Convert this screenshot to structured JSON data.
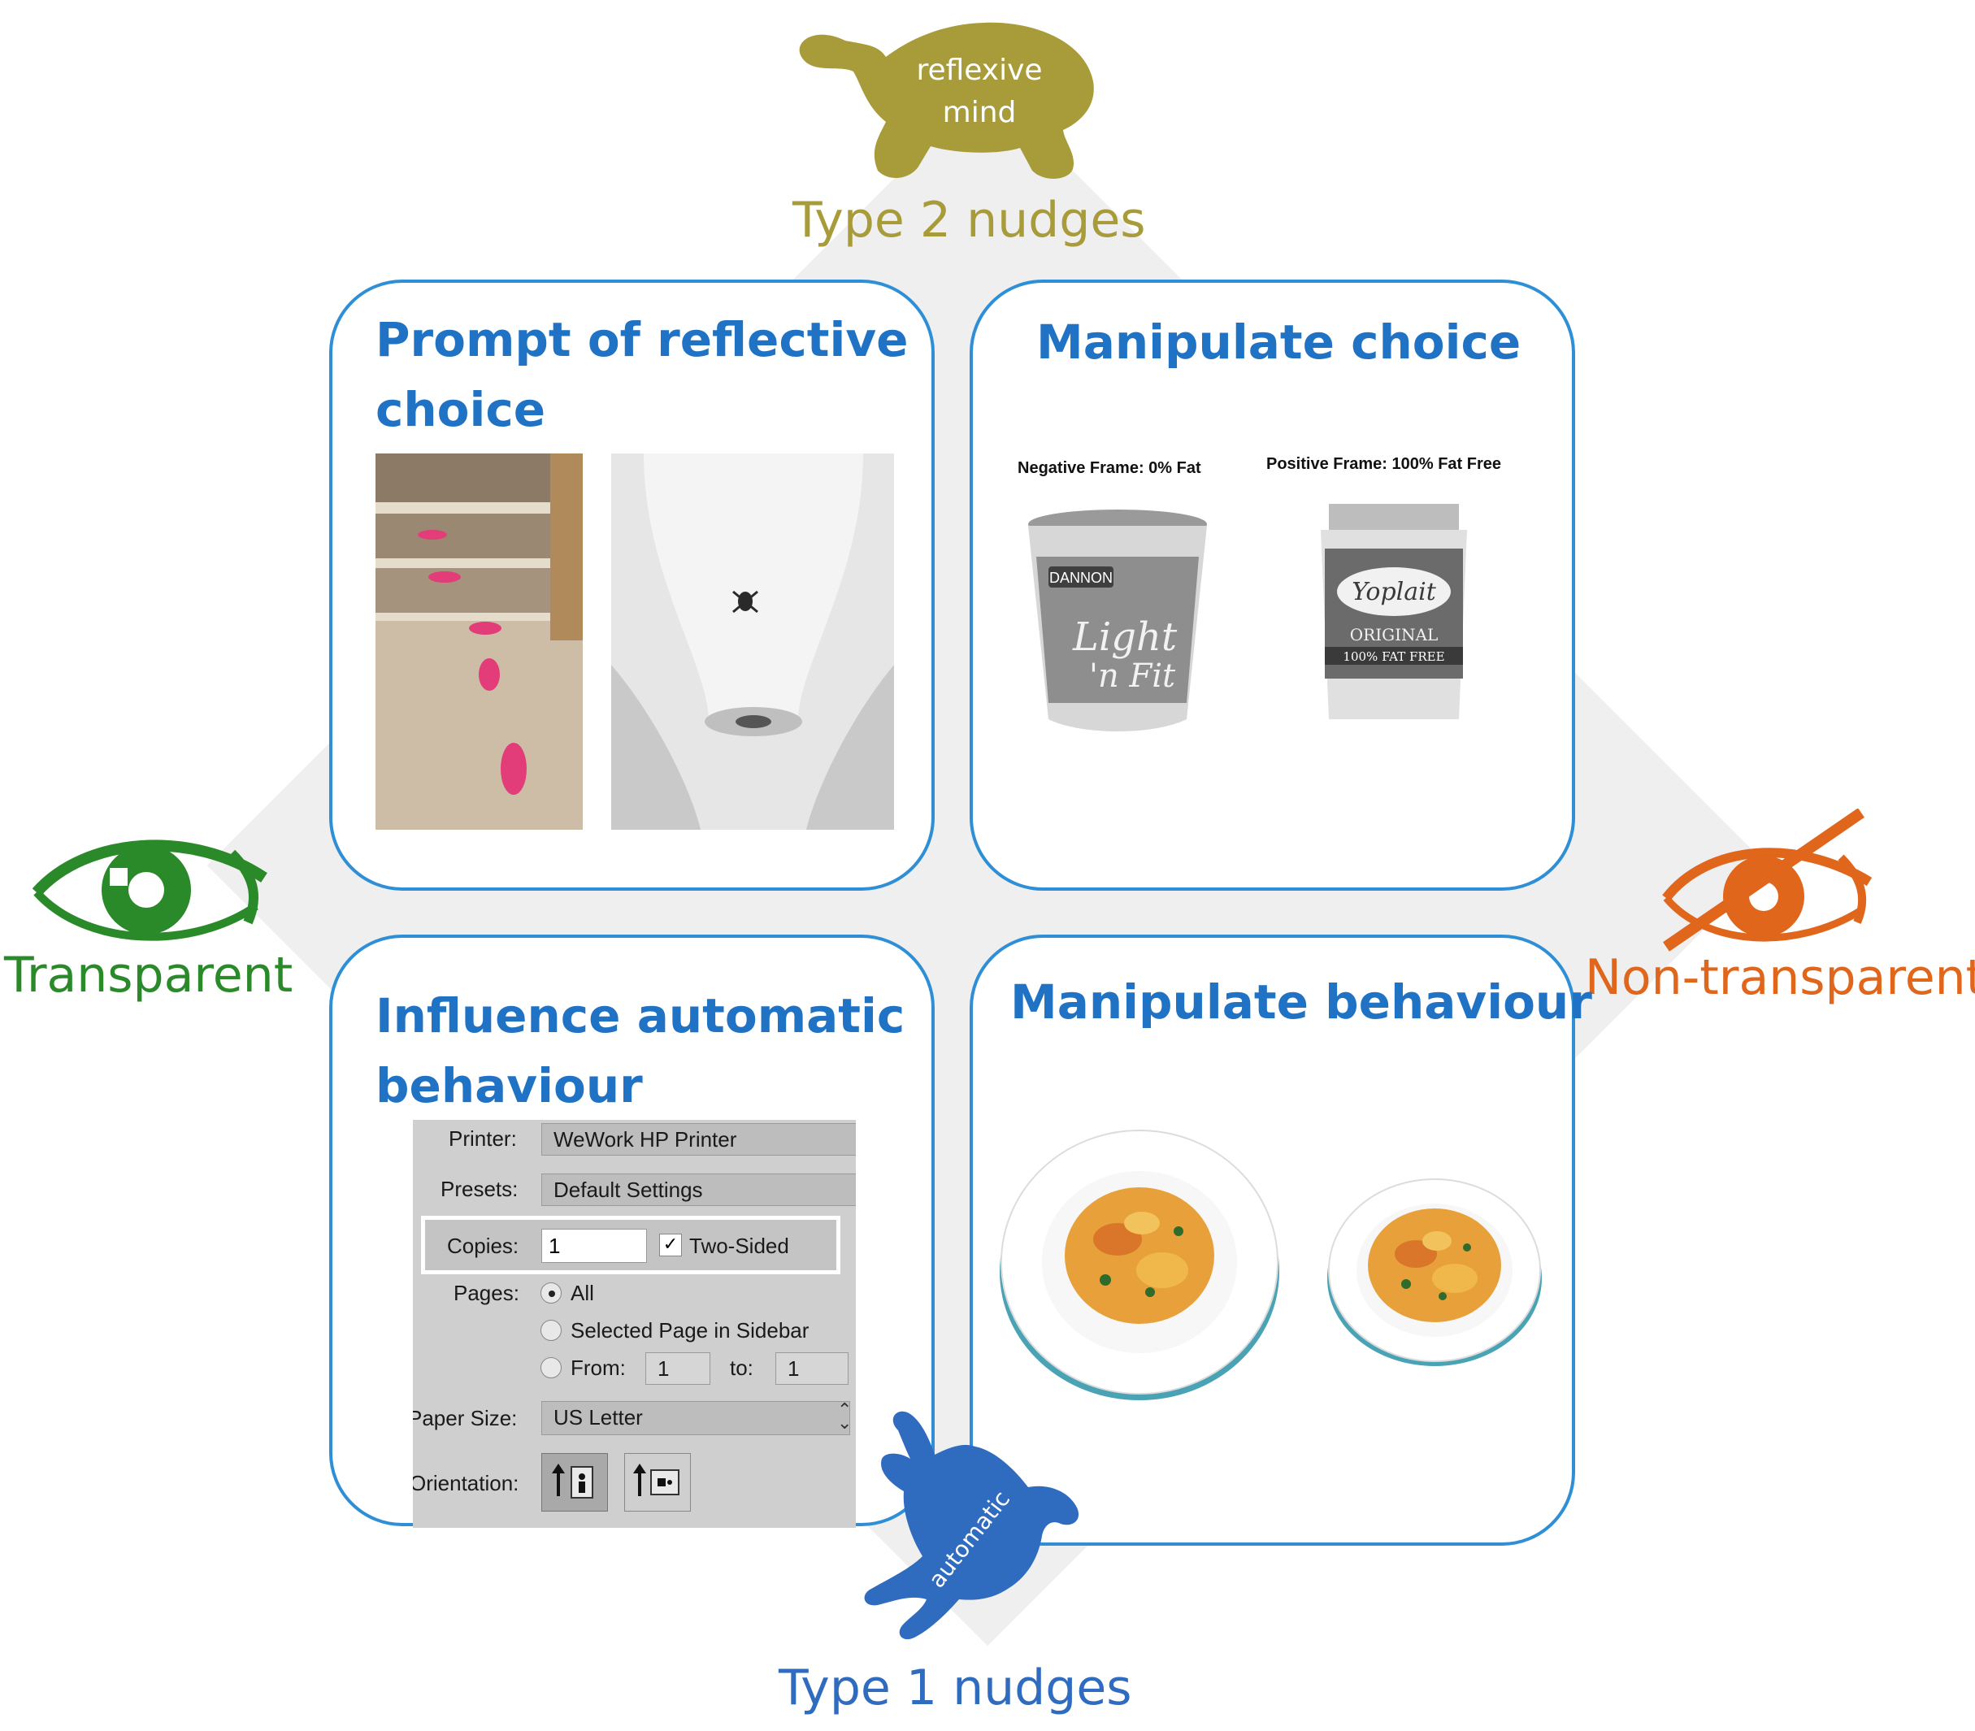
{
  "top": {
    "label": "Type 2 nudges",
    "turtle_text_1": "reflexive",
    "turtle_text_2": "mind",
    "color": "#a89c3a"
  },
  "bottom": {
    "label": "Type 1 nudges",
    "rabbit_text": "automatic",
    "color": "#2f6bbf"
  },
  "left": {
    "label": "Transparent",
    "color": "#2a8a2a",
    "icon": "eye-icon"
  },
  "right": {
    "label": "Non-transparent",
    "color": "#e0661c",
    "icon": "crossed-eye-icon"
  },
  "quadrants": {
    "top_left": {
      "title_line1": "Prompt of reflective",
      "title_line2": "choice"
    },
    "top_right": {
      "title": "Manipulate choice",
      "label_left": "Negative Frame: 0% Fat",
      "label_right": "Positive Frame: 100% Fat Free"
    },
    "bottom_left": {
      "title_line1": "Influence automatic",
      "title_line2": "behaviour",
      "dialog": {
        "printer_label": "Printer:",
        "printer_value": "WeWork HP Printer",
        "presets_label": "Presets:",
        "presets_value": "Default Settings",
        "copies_label": "Copies:",
        "copies_value": "1",
        "two_sided_check": "✓",
        "two_sided_label": "Two-Sided",
        "pages_label": "Pages:",
        "pages_all": "All",
        "pages_selected": "Selected Page in Sidebar",
        "pages_from": "From:",
        "from_value": "1",
        "pages_to": "to:",
        "to_value": "1",
        "paper_label": "Paper Size:",
        "paper_value": "US Letter",
        "orientation_label": "Orientation:"
      }
    },
    "bottom_right": {
      "title": "Manipulate behaviour"
    }
  },
  "colors": {
    "title_blue": "#1f72c4",
    "border_blue": "#2f8fd6",
    "diamond_gray": "#efefef"
  }
}
